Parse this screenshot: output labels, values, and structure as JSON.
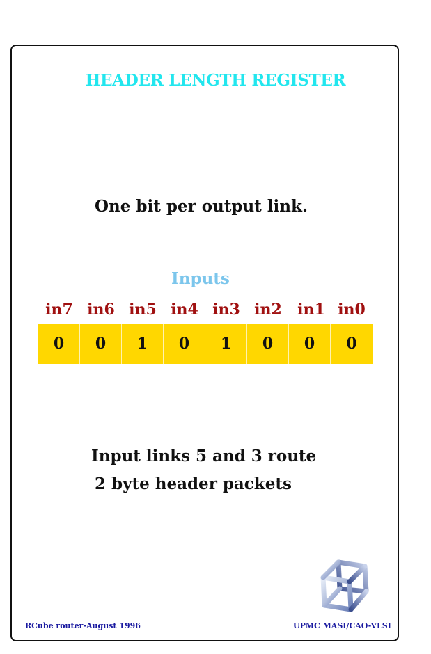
{
  "slide": {
    "title": "HEADER LENGTH REGISTER",
    "subtitle": "One bit per output link.",
    "inputs_label": "Inputs",
    "bit_labels": [
      "in7",
      "in6",
      "in5",
      "in4",
      "in3",
      "in2",
      "in1",
      "in0"
    ],
    "bit_values": [
      "0",
      "0",
      "1",
      "0",
      "1",
      "0",
      "0",
      "0"
    ],
    "note_line1": "Input links 5 and 3 route",
    "note_line2": "2 byte header packets"
  },
  "footer": {
    "left": "RCube router-August 1996",
    "right": "UPMC MASI/CAO-VLSI"
  },
  "colors": {
    "title": "#22e6ee",
    "inputs_label": "#7cc6ec",
    "bit_label": "#a01010",
    "register_fill": "#ffd700",
    "footer": "#1a1aa0"
  },
  "icons": {
    "logo": "rcube-cube-logo"
  }
}
